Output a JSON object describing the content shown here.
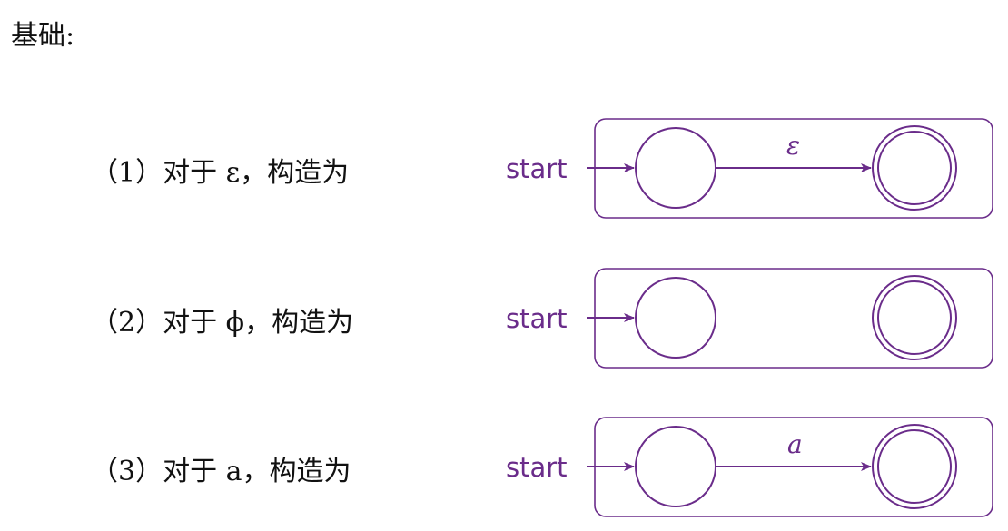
{
  "title": "基础:",
  "cases": [
    {
      "text": "（1）对于 ε，构造为",
      "start": "start",
      "edge_label": "ε"
    },
    {
      "text": "（2）对于 ϕ，构造为",
      "start": "start"
    },
    {
      "text": "（3）对于 a，构造为",
      "start": "start",
      "edge_label": "a"
    }
  ],
  "colors": {
    "accent": "#6a2c8a"
  }
}
